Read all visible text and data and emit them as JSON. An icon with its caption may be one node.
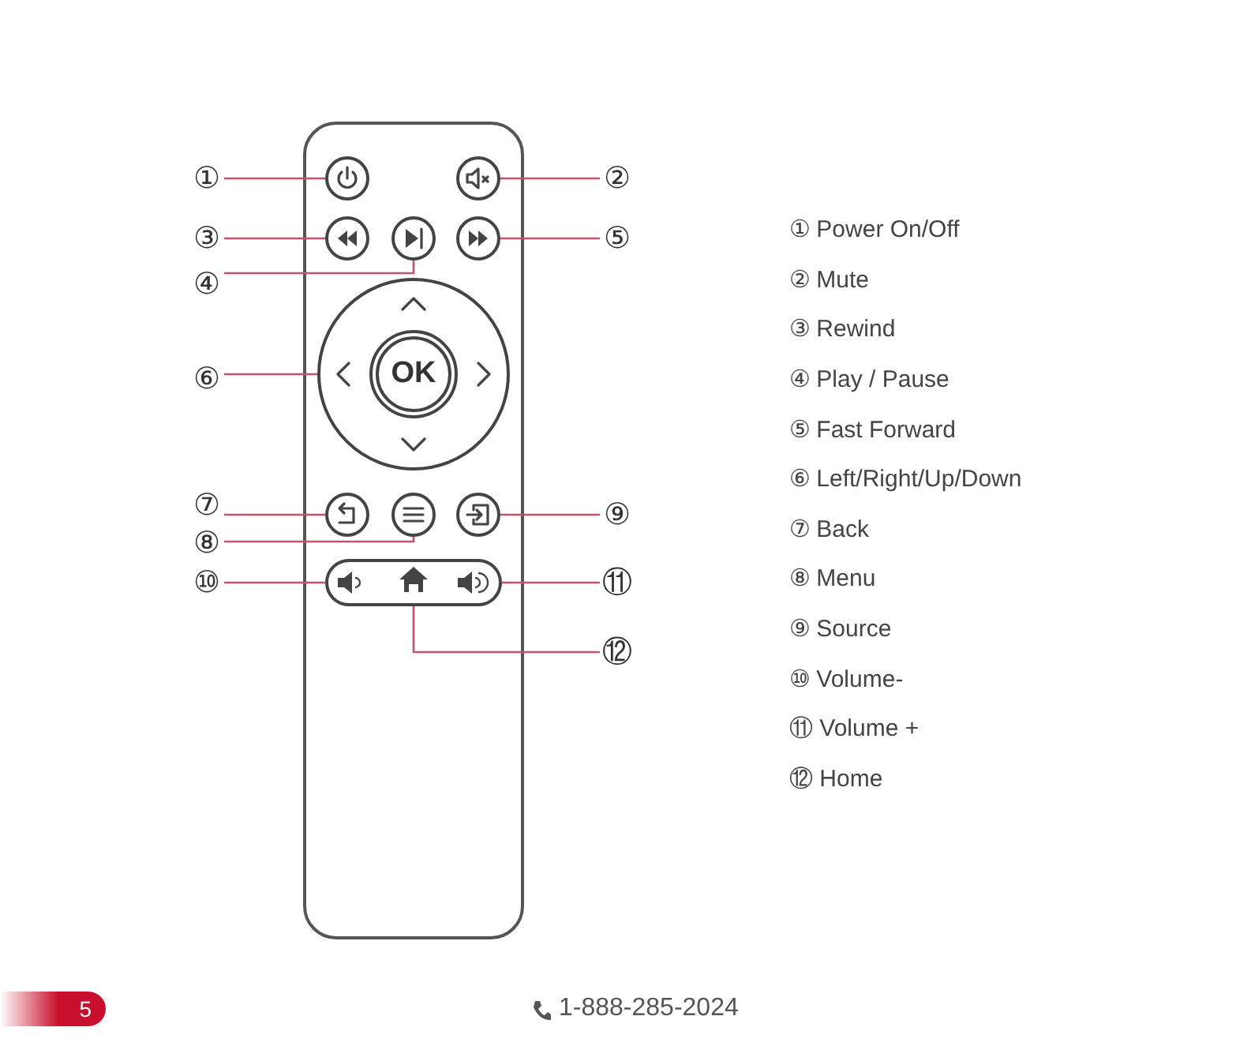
{
  "diagram": {
    "nodes": [
      {
        "text": [
          "①"
        ]
      },
      {
        "text": [],
        "shape": "circle"
      },
      {
        "text": [],
        "shape": "circle"
      },
      {
        "text": [
          "②"
        ]
      },
      {
        "text": [
          "③"
        ]
      },
      {
        "text": [],
        "shape": "circle"
      },
      {
        "text": [],
        "shape": "circle"
      },
      {
        "text": [],
        "shape": "circle"
      },
      {
        "text": [
          "⑤"
        ]
      },
      {
        "text": [
          "④"
        ]
      },
      {
        "text": [],
        "shape": "circle"
      },
      {
        "text": [
          "OK"
        ],
        "in": 10
      },
      {
        "text": [
          "⑥"
        ]
      },
      {
        "text": [
          "⑦"
        ]
      },
      {
        "text": [],
        "shape": "circle"
      },
      {
        "text": [],
        "shape": "circle"
      },
      {
        "text": [],
        "shape": "circle"
      },
      {
        "text": [
          "⑨"
        ]
      },
      {
        "text": [
          "⑧"
        ]
      },
      {
        "text": [],
        "shape": "bar"
      },
      {
        "text": [],
        "shape": "speaker",
        "in": 19
      },
      {
        "text": [],
        "shape": "house",
        "in": 19
      },
      {
        "text": [],
        "shape": "speaker",
        "in": 19
      },
      {
        "text": [
          "⑩"
        ]
      },
      {
        "text": [
          "⑪"
        ]
      },
      {
        "text": [
          "⑫"
        ]
      }
    ],
    "edges": [
      {
        "from": 0,
        "to": 1,
        "arrow": "none"
      },
      {
        "from": 3,
        "to": 2,
        "arrow": "none"
      },
      {
        "from": 4,
        "to": 5,
        "arrow": "none"
      },
      {
        "from": 8,
        "to": 7,
        "arrow": "none"
      },
      {
        "from": 9,
        "to": 6,
        "arrow": "none"
      },
      {
        "from": 12,
        "to": 10,
        "arrow": "none"
      },
      {
        "from": 13,
        "to": 14,
        "arrow": "none"
      },
      {
        "from": 17,
        "to": 16,
        "arrow": "none"
      },
      {
        "from": 18,
        "to": 15,
        "arrow": "none"
      },
      {
        "from": 23,
        "to": 20,
        "arrow": "none"
      },
      {
        "from": 24,
        "to": 22,
        "arrow": "none"
      },
      {
        "from": 25,
        "to": 21,
        "arrow": "none"
      }
    ],
    "labels": [
      "① Power On/Off",
      "② Mute",
      "③ Rewind",
      "④ Play / Pause",
      "⑤ Fast Forward",
      "⑥ Left/Right/Up/Down",
      "⑦ Back",
      "⑧ Menu",
      "⑨ Source",
      "⑩ Volume-",
      "⑪ Volume +",
      "⑫ Home",
      "5",
      "1-888-285-2024"
    ]
  }
}
